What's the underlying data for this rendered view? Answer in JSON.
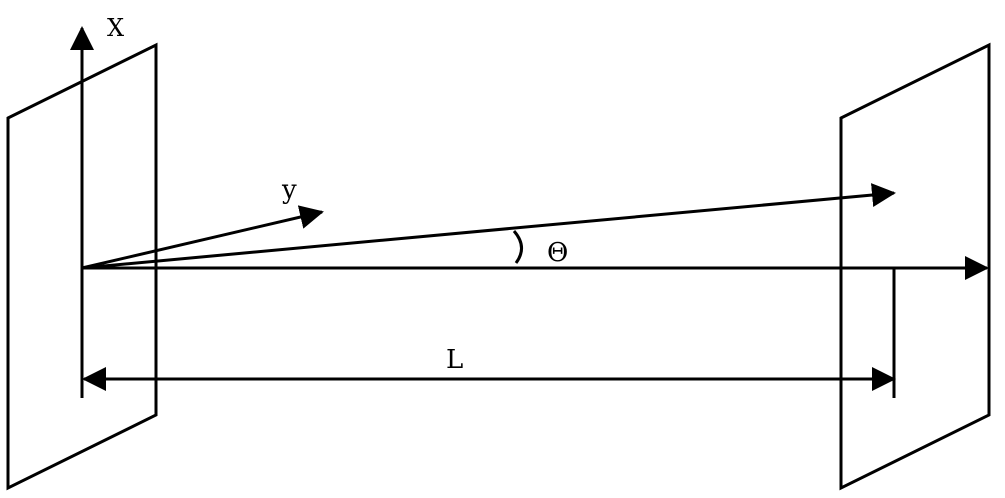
{
  "labels": {
    "x_axis": "X",
    "y_axis": "y",
    "angle": "Θ",
    "distance": "L"
  },
  "colors": {
    "stroke": "#000000",
    "background": "#ffffff"
  }
}
